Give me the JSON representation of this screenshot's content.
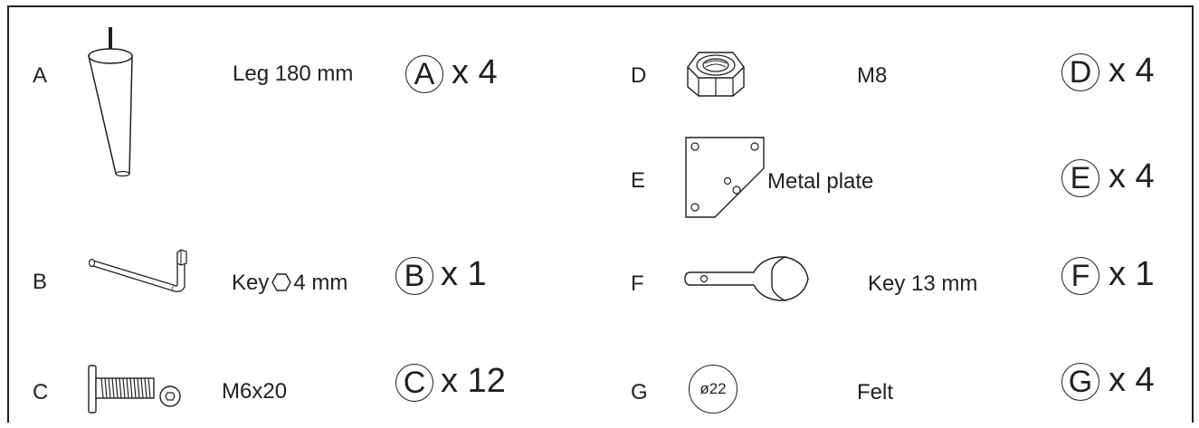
{
  "items": [
    {
      "letter": "A",
      "desc": "Leg 180 mm",
      "circle": "A",
      "qty": "x 4",
      "icon": "furniture-leg-icon"
    },
    {
      "letter": "B",
      "desc_prefix": "Key",
      "desc_suffix": "4 mm",
      "circle": "B",
      "qty": "x 1",
      "icon": "allen-key-icon",
      "desc_icon": "hexagon-icon"
    },
    {
      "letter": "C",
      "desc": "M6x20",
      "circle": "C",
      "qty": "x 12",
      "icon": "bolt-icon"
    },
    {
      "letter": "D",
      "desc": "M8",
      "circle": "D",
      "qty": "x 4",
      "icon": "hex-nut-icon"
    },
    {
      "letter": "E",
      "desc": "Metal plate",
      "circle": "E",
      "qty": "x 4",
      "icon": "metal-plate-icon"
    },
    {
      "letter": "F",
      "desc": "Key 13 mm",
      "circle": "F",
      "qty": "x 1",
      "icon": "wrench-icon"
    },
    {
      "letter": "G",
      "desc": "Felt",
      "circle": "G",
      "qty": "x 4",
      "icon": "felt-pad-icon",
      "icon_text": "ø22"
    }
  ]
}
